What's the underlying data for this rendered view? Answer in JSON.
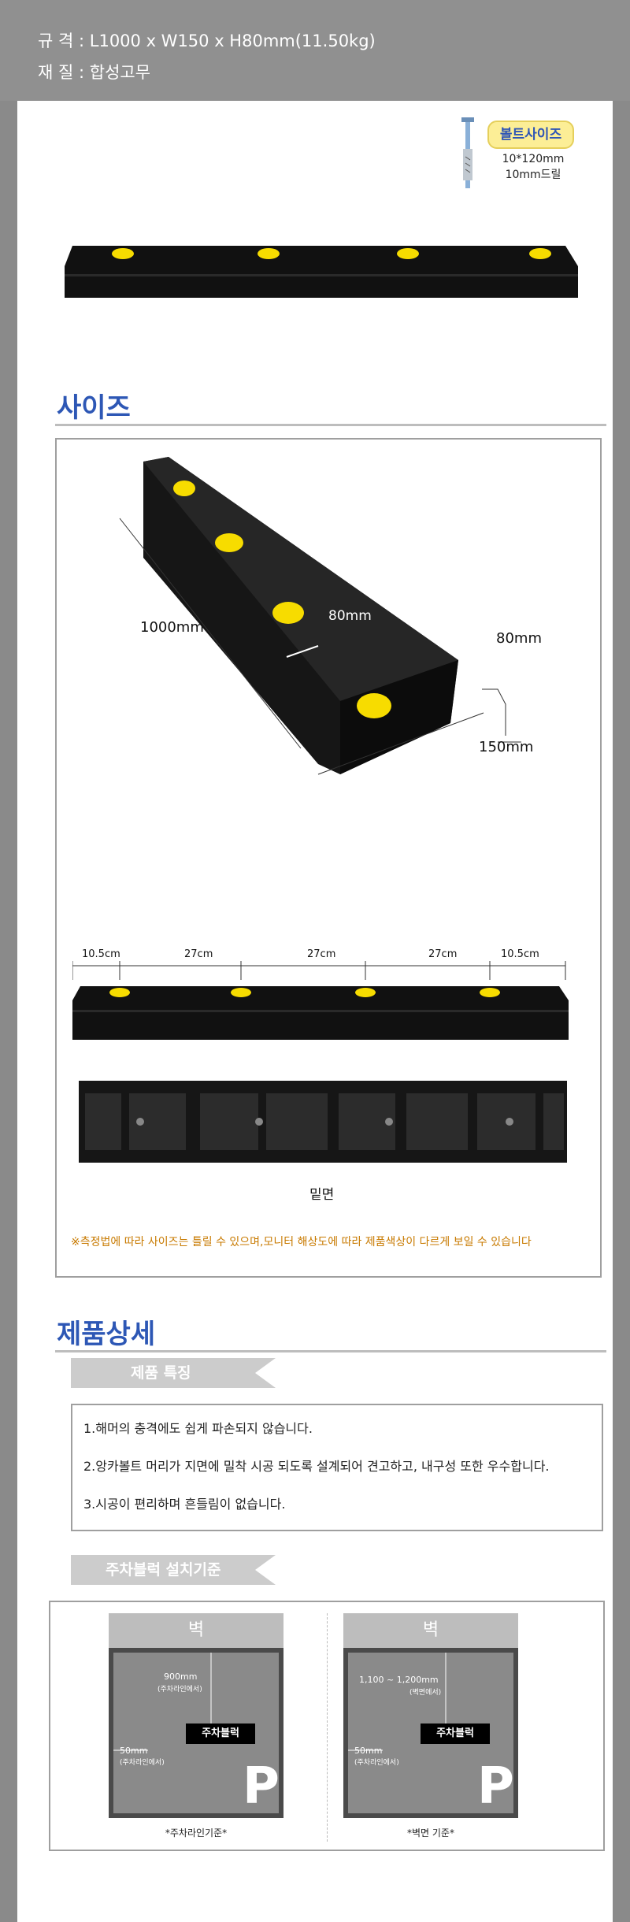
{
  "header": {
    "spec_label": "규   격 :",
    "spec_value": "L1000 x W150 x H80mm(11.50kg)",
    "material_label": "재   질 :",
    "material_value": "합성고무"
  },
  "bolt": {
    "label": "볼트사이즈",
    "spec1": "10*120mm",
    "spec2": "10mm드릴"
  },
  "size_section": {
    "title": "사이즈",
    "length": "1000mm",
    "top_width": "80mm",
    "height": "80mm",
    "bottom_width": "150mm",
    "spacing": [
      "10.5cm",
      "27cm",
      "27cm",
      "27cm",
      "10.5cm"
    ],
    "bottom_label": "밑면",
    "caption": "※측정법에 따라 사이즈는 틀릴 수 있으며,모니터 해상도에 따라 제품색상이 다르게 보일 수 있습니다"
  },
  "detail_section": {
    "title": "제품상세",
    "features_tab": "제품 특징",
    "features": [
      "1.해머의 충격에도 쉽게 파손되지 않습니다.",
      "2.앙카볼트 머리가 지면에 밀착 시공 되도록 설계되어 견고하고, 내구성 또한 우수합니다.",
      "3.시공이 편리하며 흔들림이 없습니다."
    ],
    "install_tab": "주차블럭 설치기준",
    "diagrams": [
      {
        "wall": "벽",
        "distance": "900mm",
        "distance_note": "(주차라인에서)",
        "side": "50mm",
        "side_note": "(주차라인에서)",
        "block": "주차블럭",
        "p": "P",
        "label": "*주차라인기준*"
      },
      {
        "wall": "벽",
        "distance": "1,100 ~ 1,200mm",
        "distance_note": "(벽면에서)",
        "side": "50mm",
        "side_note": "(주차라인에서)",
        "block": "주차블럭",
        "p": "P",
        "label": "*벽면 기준*"
      }
    ]
  },
  "colors": {
    "accent": "#2d57b5",
    "dot": "#f7dc00",
    "rubber": "#111111"
  }
}
